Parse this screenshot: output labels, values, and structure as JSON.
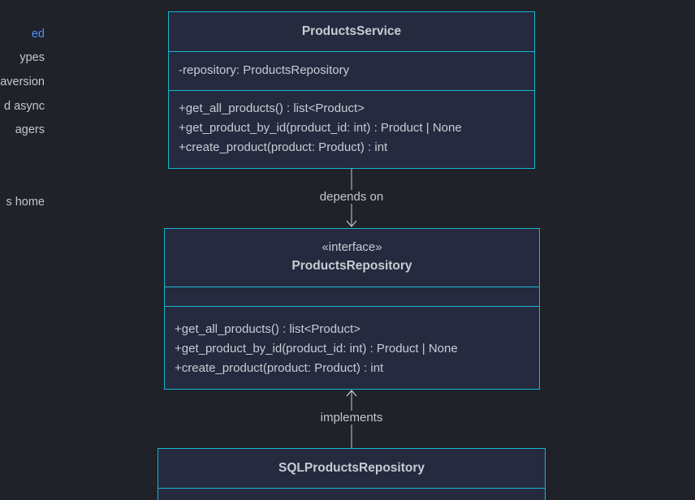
{
  "sidebar": {
    "items": [
      {
        "label": "ed",
        "active": true
      },
      {
        "label": "ypes",
        "active": false
      },
      {
        "label": "aversion",
        "active": false
      },
      {
        "label": "d async",
        "active": false
      },
      {
        "label": "agers",
        "active": false
      },
      {
        "label": "s home",
        "active": false
      }
    ]
  },
  "diagram": {
    "products_service": {
      "name": "ProductsService",
      "attributes": [
        "-repository: ProductsRepository"
      ],
      "methods": [
        "+get_all_products() : list<Product>",
        "+get_product_by_id(product_id: int) : Product | None",
        "+create_product(product: Product) : int"
      ]
    },
    "products_repository": {
      "stereotype": "«interface»",
      "name": "ProductsRepository",
      "attributes": [],
      "methods": [
        "+get_all_products() : list<Product>",
        "+get_product_by_id(product_id: int) : Product | None",
        "+create_product(product: Product) : int"
      ]
    },
    "sql_products_repository": {
      "name": "SQLProductsRepository"
    },
    "relations": {
      "depends_on": "depends on",
      "implements": "implements"
    }
  },
  "colors": {
    "background": "#1f2229",
    "box_fill": "#252a3f",
    "box_border": "#17b6cf",
    "text": "#c9ccd3",
    "link_active": "#4f8ff7"
  }
}
